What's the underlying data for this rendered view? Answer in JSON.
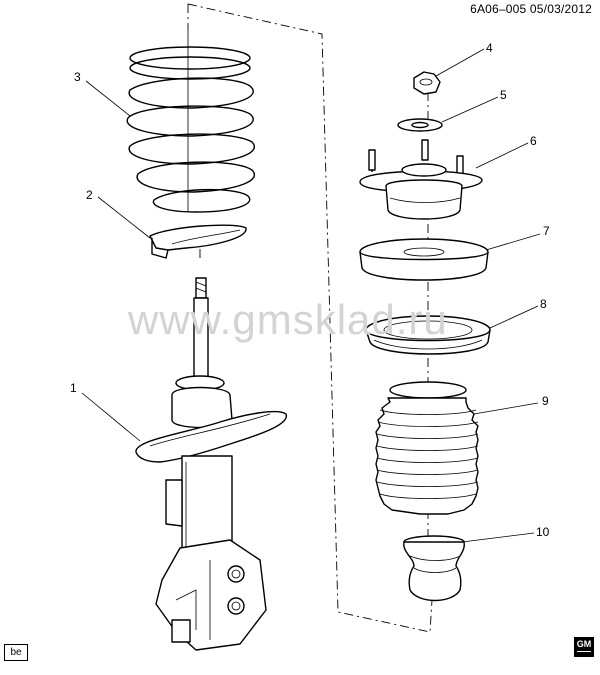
{
  "header": {
    "code": "6A06–005  05/03/2012"
  },
  "watermark": {
    "text": "www.gmsklad.ru"
  },
  "callouts": [
    "1",
    "2",
    "3",
    "4",
    "5",
    "6",
    "7",
    "8",
    "9",
    "10"
  ],
  "footer": {
    "lang_badge": "be",
    "logo_text": "GM"
  }
}
